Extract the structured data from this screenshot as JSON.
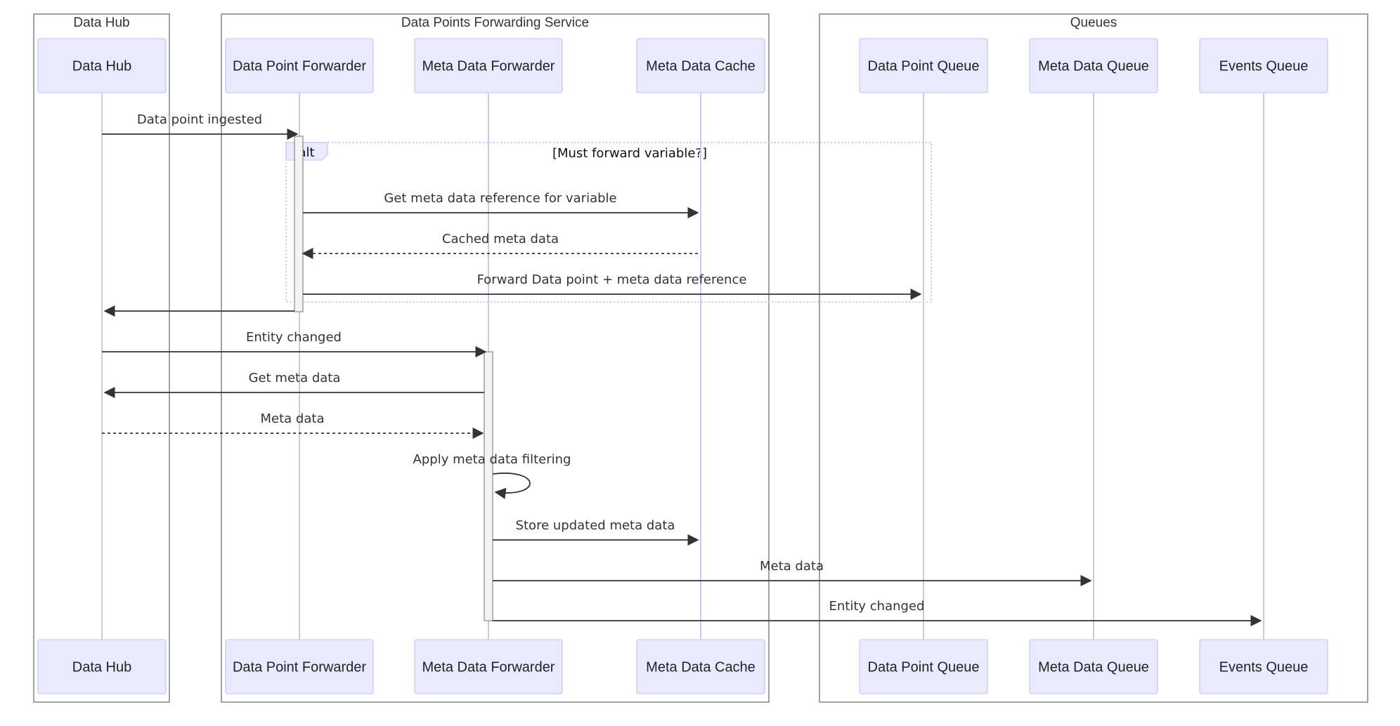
{
  "groups": [
    {
      "label": "Data Hub"
    },
    {
      "label": "Data Points Forwarding Service"
    },
    {
      "label": "Queues"
    }
  ],
  "participants": [
    {
      "label": "Data Hub"
    },
    {
      "label": "Data Point Forwarder"
    },
    {
      "label": "Meta Data Forwarder"
    },
    {
      "label": "Meta Data Cache"
    },
    {
      "label": "Data Point Queue"
    },
    {
      "label": "Meta Data Queue"
    },
    {
      "label": "Events Queue"
    }
  ],
  "alt_frame": {
    "tag": "alt",
    "condition": "[Must forward variable?]"
  },
  "messages": [
    {
      "from": 0,
      "to": 1,
      "label": "Data point ingested",
      "style": "solid"
    },
    {
      "from": 1,
      "to": 3,
      "label": "Get meta data reference for variable",
      "style": "solid"
    },
    {
      "from": 3,
      "to": 1,
      "label": "Cached meta data",
      "style": "dashed"
    },
    {
      "from": 1,
      "to": 4,
      "label": "Forward Data point + meta data reference",
      "style": "solid"
    },
    {
      "from": 1,
      "to": 0,
      "label": "",
      "style": "solid"
    },
    {
      "from": 0,
      "to": 2,
      "label": "Entity changed",
      "style": "solid"
    },
    {
      "from": 2,
      "to": 0,
      "label": "Get meta data",
      "style": "solid"
    },
    {
      "from": 0,
      "to": 2,
      "label": "Meta data",
      "style": "dashed"
    },
    {
      "from": 2,
      "to": 2,
      "label": "Apply meta data filtering",
      "style": "self"
    },
    {
      "from": 2,
      "to": 3,
      "label": "Store updated meta data",
      "style": "solid"
    },
    {
      "from": 2,
      "to": 5,
      "label": "Meta data",
      "style": "solid"
    },
    {
      "from": 2,
      "to": 6,
      "label": "Entity changed",
      "style": "solid"
    }
  ]
}
